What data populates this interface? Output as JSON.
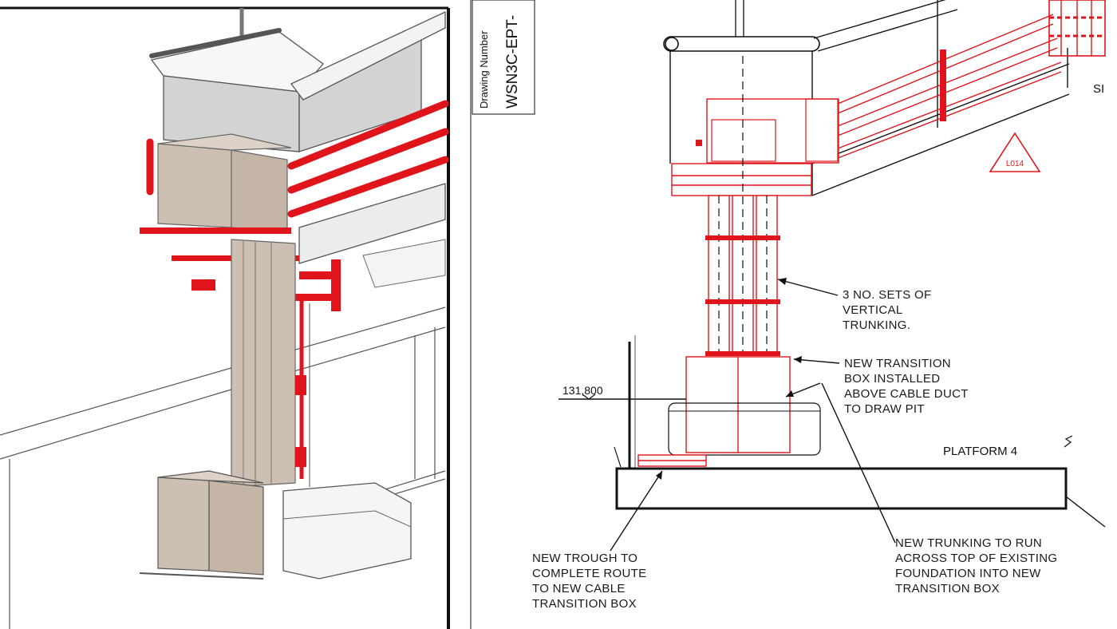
{
  "colors": {
    "cable_red": "#e0151b",
    "trunking_tan": "#cdbfb1",
    "panel_grey": "#d3d3d3",
    "line_black": "#111111"
  },
  "drawing_number": {
    "label": "Drawing Number",
    "value": "WSN3C-EPT-"
  },
  "level_marker": "131,800",
  "platform_label": "PLATFORM 4",
  "revision_tag": "L014",
  "edge_label": "SI",
  "callouts": {
    "vertical_trunking": [
      "3 NO. SETS OF",
      "VERTICAL",
      "TRUNKING."
    ],
    "transition_box": [
      "NEW TRANSITION",
      "BOX INSTALLED",
      "ABOVE CABLE DUCT",
      "TO DRAW PIT"
    ],
    "new_trough": [
      "NEW TROUGH TO",
      "COMPLETE ROUTE",
      "TO NEW CABLE",
      "TRANSITION BOX"
    ],
    "new_trunking_run": [
      "NEW TRUNKING TO RUN",
      "ACROSS TOP OF EXISTING",
      "FOUNDATION INTO NEW",
      "TRANSITION BOX"
    ]
  }
}
